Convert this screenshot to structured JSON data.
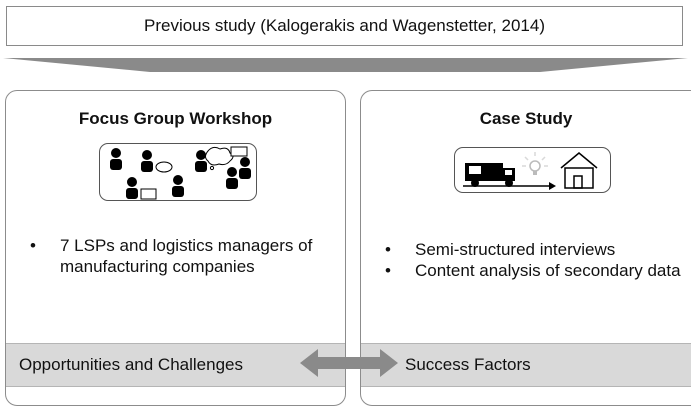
{
  "top_box": {
    "text": "Previous study (Kalogerakis and Wagenstetter, 2014)"
  },
  "left_panel": {
    "title": "Focus Group Workshop",
    "bullets": [
      "7 LSPs and logistics managers of manufacturing companies"
    ],
    "band_label": "Opportunities and Challenges",
    "icon": "focus-group-people-icon"
  },
  "right_panel": {
    "title": "Case Study",
    "bullets": [
      "Semi-structured interviews",
      "Content analysis of secondary data"
    ],
    "band_label": "Success Factors",
    "icon": "truck-lightbulb-house-icon"
  },
  "colors": {
    "band": "#d9d9d9",
    "border": "#8c8c8c",
    "arrow": "#8a8a8a",
    "funnel": "#8a8a8a"
  }
}
